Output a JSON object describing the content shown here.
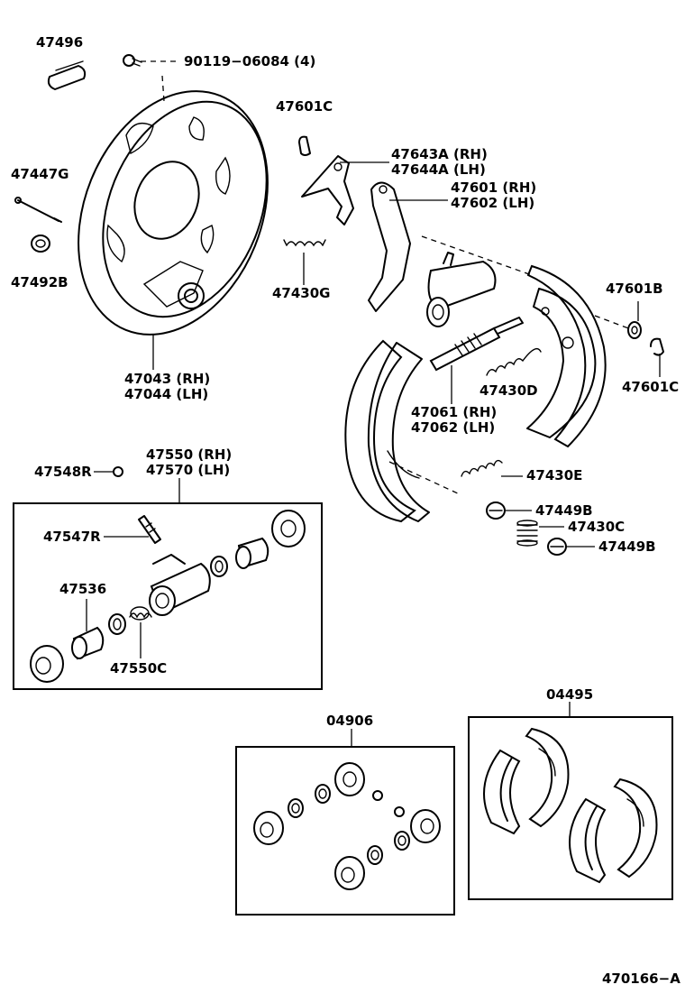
{
  "labels": {
    "p47496": "47496",
    "p90119": "90119−06084 (4)",
    "p47447G": "47447G",
    "p47492B": "47492B",
    "p47601C_top": "47601C",
    "p47643A": "47643A (RH)",
    "p47644A": "47644A (LH)",
    "p47601": "47601 (RH)",
    "p47602": "47602 (LH)",
    "p47430G": "47430G",
    "p47601B": "47601B",
    "p47601C_right": "47601C",
    "p47043": "47043 (RH)",
    "p47044": "47044 (LH)",
    "p47430D": "47430D",
    "p47061": "47061 (RH)",
    "p47062": "47062 (LH)",
    "p47550": "47550 (RH)",
    "p47570": "47570 (LH)",
    "p47548R": "47548R",
    "p47430E": "47430E",
    "p47547R": "47547R",
    "p47449B_a": "47449B",
    "p47430C": "47430C",
    "p47449B_b": "47449B",
    "p47536": "47536",
    "p47550C": "47550C",
    "p04495": "04495",
    "p04906": "04906",
    "ref": "470166−A"
  }
}
